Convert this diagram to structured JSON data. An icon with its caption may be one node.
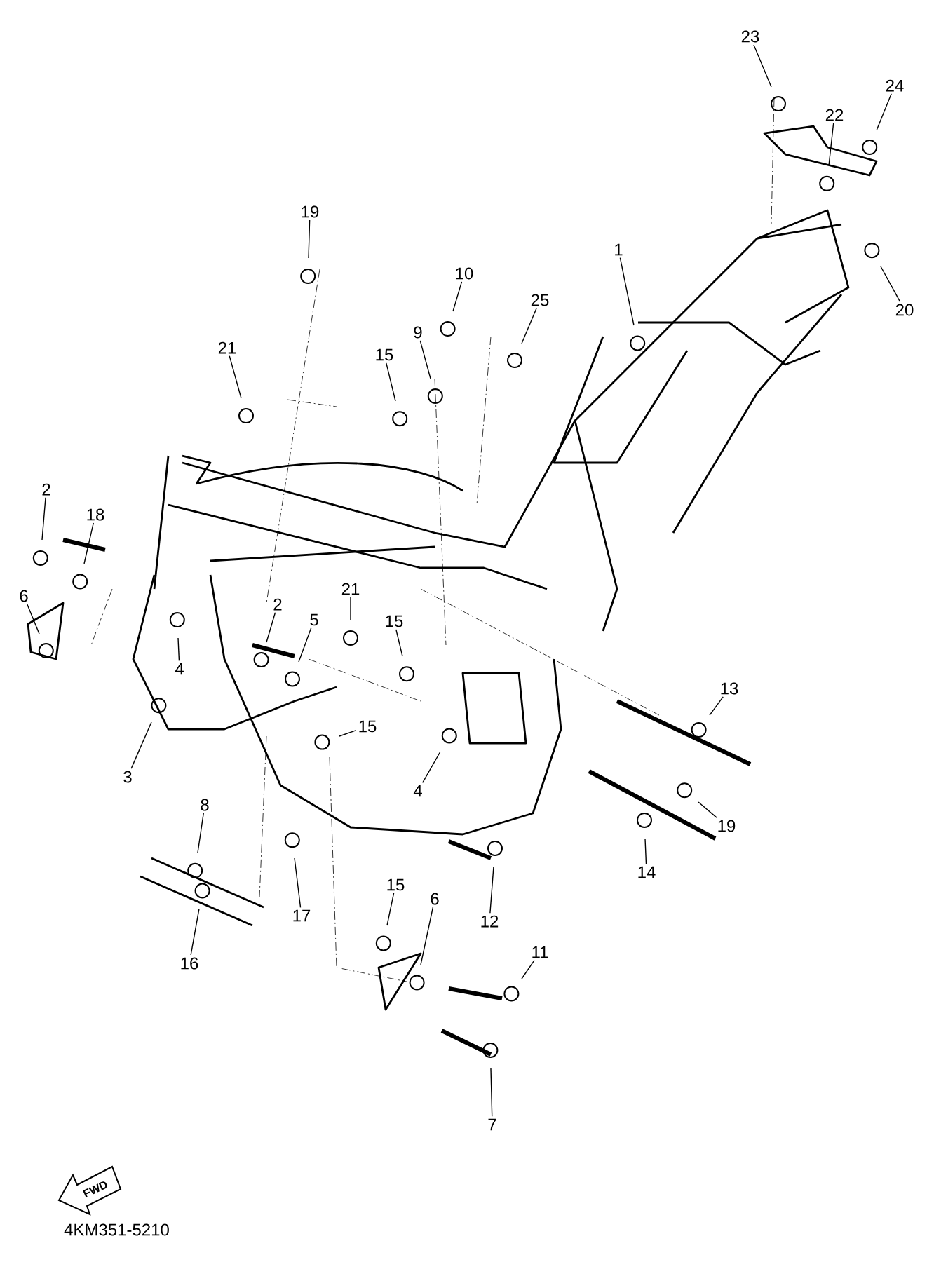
{
  "diagram": {
    "nodes": [
      {
        "text": [
          "23"
        ]
      },
      {
        "text": [
          "24"
        ]
      },
      {
        "text": [
          "22"
        ]
      },
      {
        "text": [
          "1"
        ]
      },
      {
        "text": [
          "20"
        ]
      },
      {
        "text": [
          "19"
        ]
      },
      {
        "text": [
          "10"
        ]
      },
      {
        "text": [
          "25"
        ]
      },
      {
        "text": [
          "9"
        ]
      },
      {
        "text": [
          "21"
        ]
      },
      {
        "text": [
          "15"
        ]
      },
      {
        "text": [
          "2"
        ]
      },
      {
        "text": [
          "18"
        ]
      },
      {
        "text": [
          "6"
        ]
      },
      {
        "text": [
          "21"
        ]
      },
      {
        "text": [
          "2"
        ]
      },
      {
        "text": [
          "5"
        ]
      },
      {
        "text": [
          "15"
        ]
      },
      {
        "text": [
          "4"
        ]
      },
      {
        "text": [
          "13"
        ]
      },
      {
        "text": [
          "15"
        ]
      },
      {
        "text": [
          "3"
        ]
      },
      {
        "text": [
          "4"
        ]
      },
      {
        "text": [
          "19"
        ]
      },
      {
        "text": [
          "8"
        ]
      },
      {
        "text": [
          "14"
        ]
      },
      {
        "text": [
          "17"
        ]
      },
      {
        "text": [
          "15"
        ]
      },
      {
        "text": [
          "6"
        ]
      },
      {
        "text": [
          "12"
        ]
      },
      {
        "text": [
          "16"
        ]
      },
      {
        "text": [
          "11"
        ]
      },
      {
        "text": [
          "7"
        ]
      }
    ],
    "edges": [
      {
        "from": 0,
        "to": null,
        "arrow": "none"
      },
      {
        "from": 1,
        "to": null,
        "arrow": "none"
      },
      {
        "from": 2,
        "to": null,
        "arrow": "none"
      },
      {
        "from": 3,
        "to": null,
        "arrow": "none"
      },
      {
        "from": 4,
        "to": null,
        "arrow": "none"
      },
      {
        "from": 5,
        "to": null,
        "arrow": "none"
      },
      {
        "from": 6,
        "to": null,
        "arrow": "none"
      },
      {
        "from": 7,
        "to": null,
        "arrow": "none"
      },
      {
        "from": 8,
        "to": null,
        "arrow": "none"
      },
      {
        "from": 9,
        "to": null,
        "arrow": "none"
      },
      {
        "from": 10,
        "to": null,
        "arrow": "none"
      },
      {
        "from": 11,
        "to": null,
        "arrow": "none"
      },
      {
        "from": 12,
        "to": null,
        "arrow": "none"
      },
      {
        "from": 13,
        "to": null,
        "arrow": "none"
      },
      {
        "from": 14,
        "to": null,
        "arrow": "none"
      },
      {
        "from": 15,
        "to": null,
        "arrow": "none"
      },
      {
        "from": 16,
        "to": null,
        "arrow": "none"
      },
      {
        "from": 17,
        "to": null,
        "arrow": "none"
      },
      {
        "from": 18,
        "to": null,
        "arrow": "none"
      },
      {
        "from": 19,
        "to": null,
        "arrow": "none"
      },
      {
        "from": 20,
        "to": null,
        "arrow": "none"
      },
      {
        "from": 21,
        "to": null,
        "arrow": "none"
      },
      {
        "from": 22,
        "to": null,
        "arrow": "none"
      },
      {
        "from": 23,
        "to": null,
        "arrow": "none"
      },
      {
        "from": 24,
        "to": null,
        "arrow": "none"
      },
      {
        "from": 25,
        "to": null,
        "arrow": "none"
      },
      {
        "from": 26,
        "to": null,
        "arrow": "none"
      },
      {
        "from": 27,
        "to": null,
        "arrow": "none"
      },
      {
        "from": 28,
        "to": null,
        "arrow": "none"
      },
      {
        "from": 29,
        "to": null,
        "arrow": "none"
      },
      {
        "from": 30,
        "to": null,
        "arrow": "none"
      },
      {
        "from": 31,
        "to": null,
        "arrow": "none"
      },
      {
        "from": 32,
        "to": null,
        "arrow": "none"
      }
    ],
    "labels": [
      "FWD",
      "4KM351-5210"
    ]
  }
}
